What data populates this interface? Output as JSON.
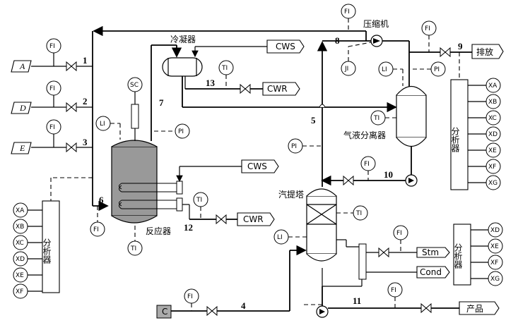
{
  "units": {
    "condenser": "冷凝器",
    "compressor": "压缩机",
    "purge": "排放",
    "separator": "气液分离器",
    "stripper": "汽提塔",
    "reactor": "反应器",
    "analyzer": "分析器",
    "product": "产品"
  },
  "feeds": {
    "a": "A",
    "d": "D",
    "e": "E",
    "c": "C"
  },
  "utilities": {
    "cws_condenser": "CWS",
    "cwr_condenser": "CWR",
    "cws_reactor": "CWS",
    "cwr_reactor": "CWR",
    "steam": "Stm",
    "cond": "Cond"
  },
  "streams": [
    "1",
    "2",
    "3",
    "4",
    "5",
    "6",
    "7",
    "8",
    "9",
    "10",
    "11",
    "12",
    "13"
  ],
  "instruments": {
    "fi": "FI",
    "ti": "TI",
    "pi": "PI",
    "li": "LI",
    "sc": "SC",
    "ji": "JI"
  },
  "analyzer_left": [
    "XA",
    "XB",
    "XC",
    "XD",
    "XE",
    "XF"
  ],
  "analyzer_right_top": [
    "XA",
    "XB",
    "XC",
    "XD",
    "XE",
    "XF",
    "XG"
  ],
  "analyzer_right_bottom": [
    "XD",
    "XE",
    "XF",
    "XG"
  ]
}
